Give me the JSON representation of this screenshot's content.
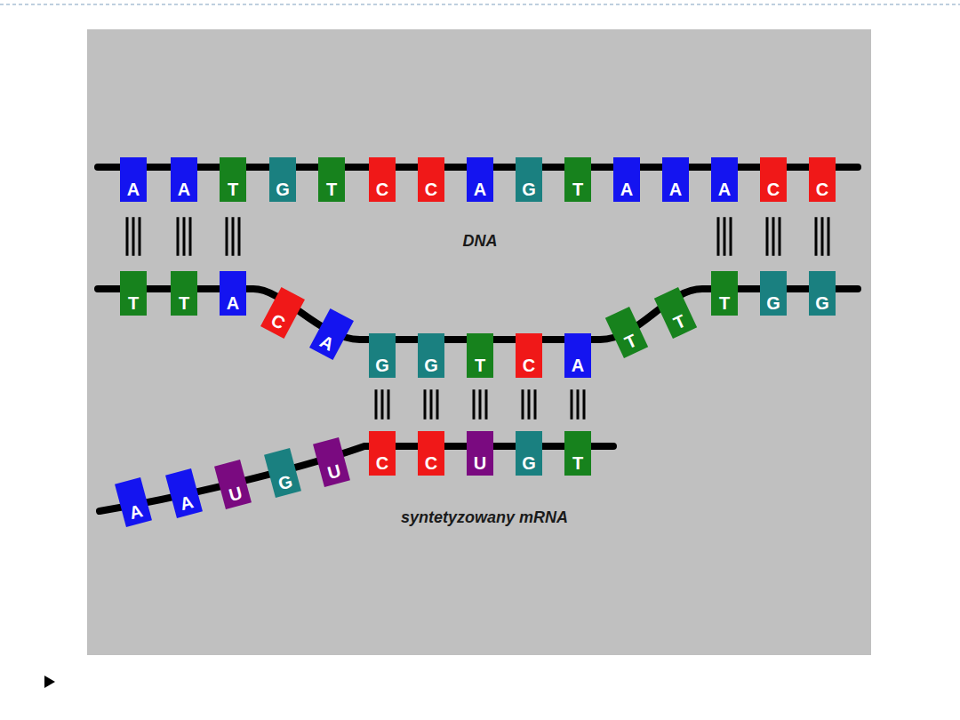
{
  "diagram": {
    "nodes": [
      {
        "text": [
          "A"
        ]
      },
      {
        "text": [
          "A"
        ]
      },
      {
        "text": [
          "T"
        ]
      },
      {
        "text": [
          "G"
        ]
      },
      {
        "text": [
          "T"
        ]
      },
      {
        "text": [
          "C"
        ]
      },
      {
        "text": [
          "C"
        ]
      },
      {
        "text": [
          "A"
        ]
      },
      {
        "text": [
          "G"
        ]
      },
      {
        "text": [
          "T"
        ]
      },
      {
        "text": [
          "A"
        ]
      },
      {
        "text": [
          "A"
        ]
      },
      {
        "text": [
          "A"
        ]
      },
      {
        "text": [
          "C"
        ]
      },
      {
        "text": [
          "C"
        ]
      },
      {
        "text": [
          "T"
        ]
      },
      {
        "text": [
          "T"
        ]
      },
      {
        "text": [
          "A"
        ]
      },
      {
        "text": [
          "C"
        ]
      },
      {
        "text": [
          "A"
        ]
      },
      {
        "text": [
          "G"
        ]
      },
      {
        "text": [
          "G"
        ]
      },
      {
        "text": [
          "T"
        ]
      },
      {
        "text": [
          "C"
        ]
      },
      {
        "text": [
          "A"
        ]
      },
      {
        "text": [
          "T"
        ]
      },
      {
        "text": [
          "T"
        ]
      },
      {
        "text": [
          "T"
        ]
      },
      {
        "text": [
          "G"
        ]
      },
      {
        "text": [
          "G"
        ]
      },
      {
        "text": [
          "A"
        ]
      },
      {
        "text": [
          "A"
        ]
      },
      {
        "text": [
          "U"
        ]
      },
      {
        "text": [
          "G"
        ]
      },
      {
        "text": [
          "U"
        ]
      },
      {
        "text": [
          "C"
        ]
      },
      {
        "text": [
          "C"
        ]
      },
      {
        "text": [
          "U"
        ]
      },
      {
        "text": [
          "G"
        ]
      },
      {
        "text": [
          "T"
        ]
      }
    ],
    "edges": [
      {
        "from": 0,
        "to": 15,
        "arrow": "none"
      },
      {
        "from": 1,
        "to": 16,
        "arrow": "none"
      },
      {
        "from": 2,
        "to": 17,
        "arrow": "none"
      },
      {
        "from": 12,
        "to": 27,
        "arrow": "none"
      },
      {
        "from": 13,
        "to": 28,
        "arrow": "none"
      },
      {
        "from": 14,
        "to": 29,
        "arrow": "none"
      },
      {
        "from": 20,
        "to": 35,
        "arrow": "none"
      },
      {
        "from": 21,
        "to": 36,
        "arrow": "none"
      },
      {
        "from": 22,
        "to": 37,
        "arrow": "none"
      },
      {
        "from": 23,
        "to": 38,
        "arrow": "none"
      },
      {
        "from": 24,
        "to": 39,
        "arrow": "none"
      }
    ],
    "labels": [
      "DNA",
      "syntetyzowany mRNA"
    ]
  }
}
